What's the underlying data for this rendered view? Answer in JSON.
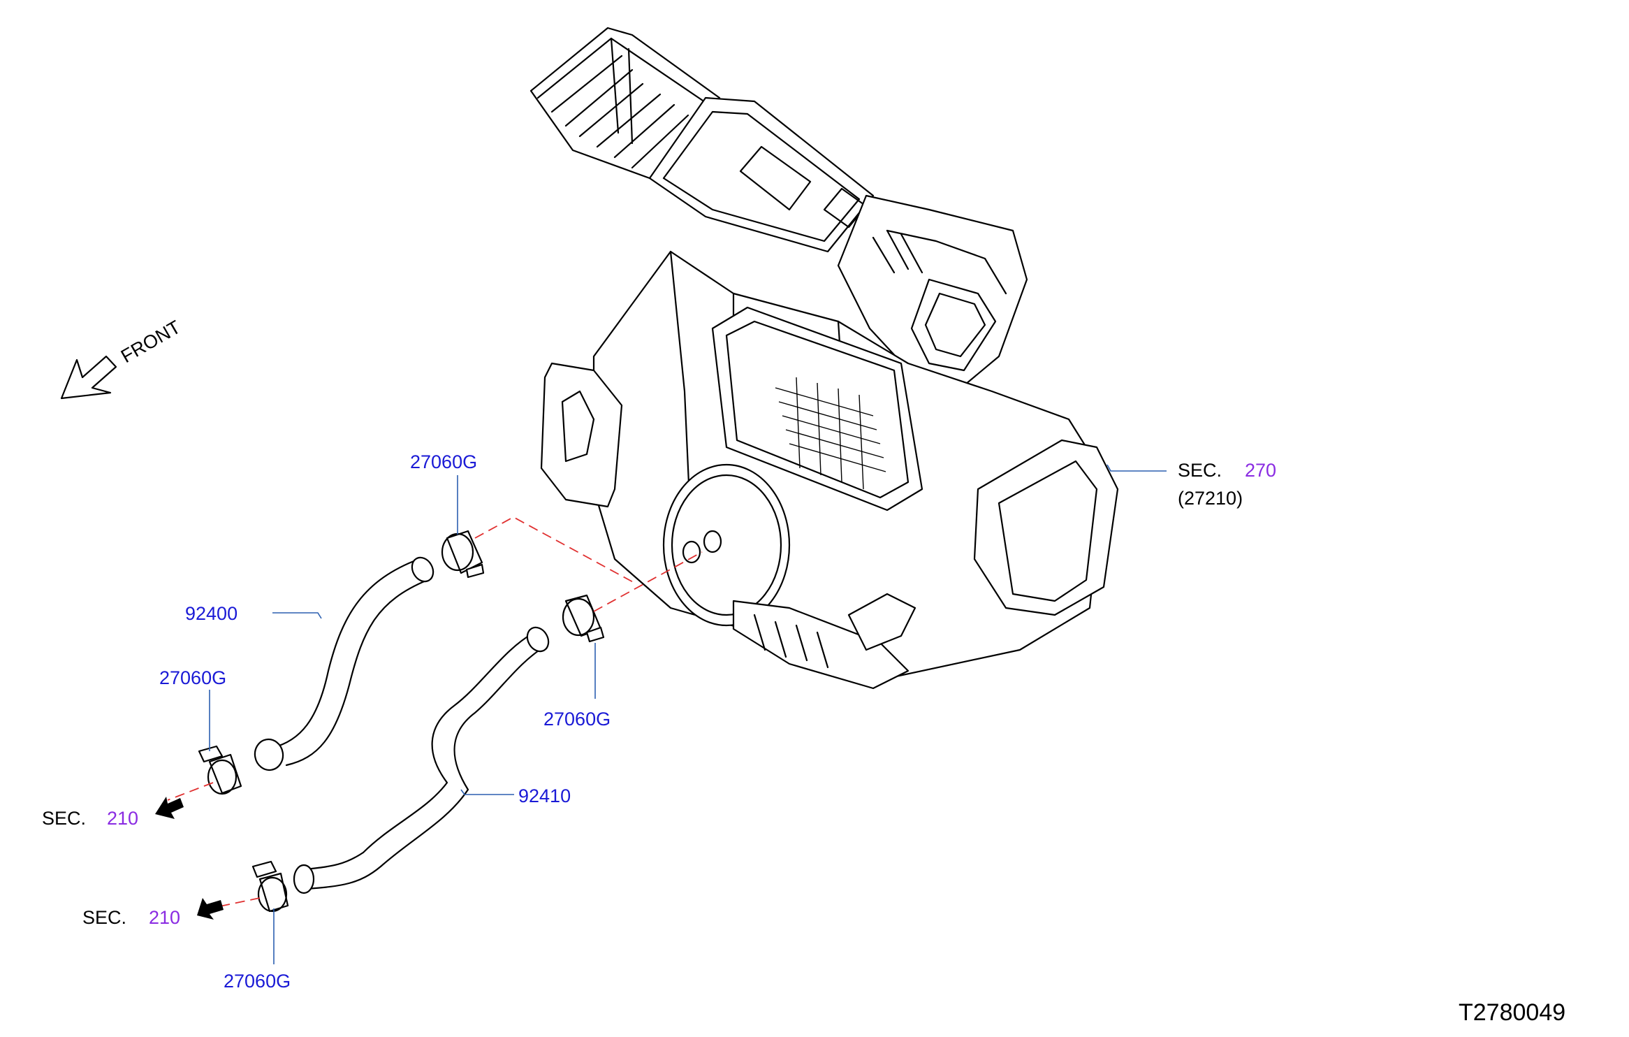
{
  "diagram_id": "T2780049",
  "front_label": "FRONT",
  "parts": {
    "clamp_top": "27060G",
    "clamp_mid_right": "27060G",
    "clamp_left": "27060G",
    "clamp_bottom": "27060G",
    "hose_upper": "92400",
    "hose_lower": "92410"
  },
  "section_refs": {
    "heater_unit": {
      "prefix": "SEC.",
      "number": "270",
      "sub": "(27210)"
    },
    "engine_upper": {
      "prefix": "SEC.",
      "number": "210"
    },
    "engine_lower": {
      "prefix": "SEC.",
      "number": "210"
    }
  },
  "colors": {
    "part_number": "#1a1ad6",
    "section_number": "#8a2be2",
    "leader": "#2b5fb0",
    "dashed_path": "#e03030"
  }
}
